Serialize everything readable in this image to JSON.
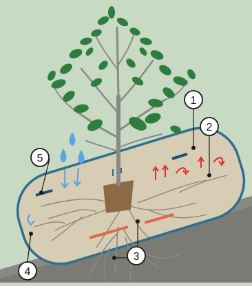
{
  "diagram": {
    "callouts": [
      {
        "id": "1",
        "label": "1"
      },
      {
        "id": "2",
        "label": "2"
      },
      {
        "id": "3",
        "label": "3"
      },
      {
        "id": "4",
        "label": "4"
      },
      {
        "id": "5",
        "label": "5"
      }
    ],
    "colors": {
      "background": "#c9dac4",
      "ground": "#7b7b76",
      "capsule_fill": "#d7cdb4",
      "capsule_outline": "#2e6e8e",
      "water": "#5aa6dd",
      "heat_arrows": "#d92d2a",
      "red_strip": "#e0664c",
      "leaves": "#2f7d3e",
      "trunk": "#8a8a84",
      "pot": "#8b6a45"
    }
  }
}
